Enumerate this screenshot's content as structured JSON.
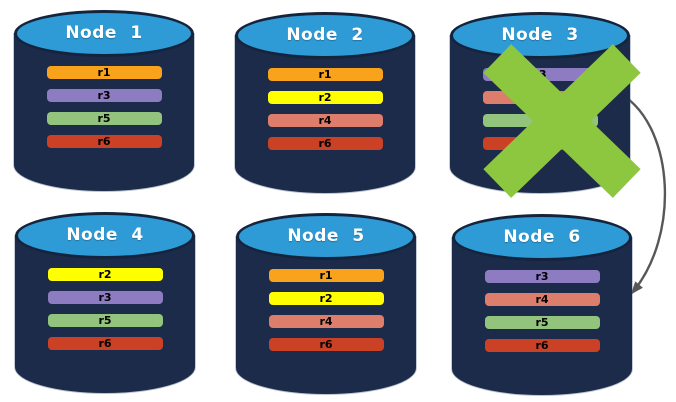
{
  "nodes": [
    {
      "label": "Node 1",
      "failed": false,
      "replicas": [
        {
          "name": "r1",
          "color": "#F9A21B"
        },
        {
          "name": "r3",
          "color": "#8E7CC3"
        },
        {
          "name": "r5",
          "color": "#93C47D"
        },
        {
          "name": "r6",
          "color": "#CB4125"
        }
      ]
    },
    {
      "label": "Node 2",
      "failed": false,
      "replicas": [
        {
          "name": "r1",
          "color": "#F9A21B"
        },
        {
          "name": "r2",
          "color": "#FFFF00"
        },
        {
          "name": "r4",
          "color": "#DC7E6B"
        },
        {
          "name": "r6",
          "color": "#CB4125"
        }
      ]
    },
    {
      "label": "Node 3",
      "failed": true,
      "replicas": [
        {
          "name": "r3",
          "color": "#8E7CC3"
        },
        {
          "name": "r4",
          "color": "#DC7E6B"
        },
        {
          "name": "r5",
          "color": "#93C47D"
        },
        {
          "name": "r6",
          "color": "#CB4125"
        }
      ]
    },
    {
      "label": "Node 4",
      "failed": false,
      "replicas": [
        {
          "name": "r2",
          "color": "#FFFF00"
        },
        {
          "name": "r3",
          "color": "#8E7CC3"
        },
        {
          "name": "r5",
          "color": "#93C47D"
        },
        {
          "name": "r6",
          "color": "#CB4125"
        }
      ]
    },
    {
      "label": "Node 5",
      "failed": false,
      "replicas": [
        {
          "name": "r1",
          "color": "#F9A21B"
        },
        {
          "name": "r2",
          "color": "#FFFF00"
        },
        {
          "name": "r4",
          "color": "#DC7E6B"
        },
        {
          "name": "r6",
          "color": "#CB4125"
        }
      ]
    },
    {
      "label": "Node 6",
      "failed": false,
      "replicas": [
        {
          "name": "r3",
          "color": "#8E7CC3"
        },
        {
          "name": "r4",
          "color": "#DC7E6B"
        },
        {
          "name": "r5",
          "color": "#93C47D"
        },
        {
          "name": "r6",
          "color": "#CB4125"
        }
      ]
    }
  ],
  "failure_mark": {
    "node": "Node 3",
    "shape": "x-mark",
    "color": "#8DC63F"
  },
  "arrow": {
    "source": "Node 3",
    "target": "Node 6",
    "color": "#575757"
  },
  "colors": {
    "cylinder_body": "#1C2B4A",
    "cylinder_outline": "#15243D",
    "cylinder_top": "#2E9BD6",
    "title_text": "#FFFFFF",
    "replica_text": "#000000",
    "background": "#FFFFFF"
  }
}
